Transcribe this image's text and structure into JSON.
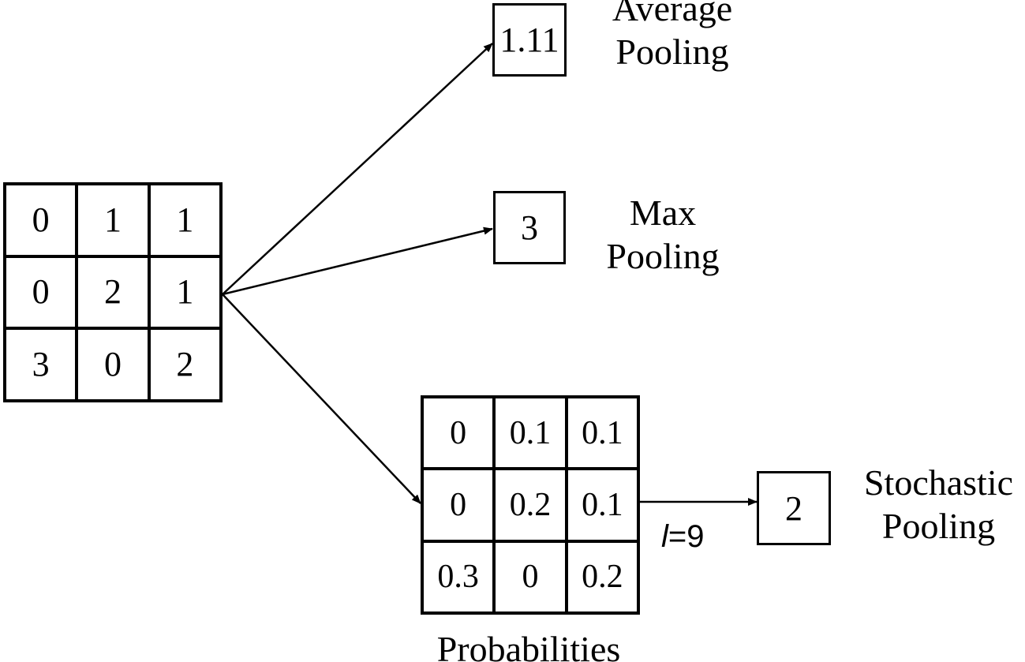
{
  "input_matrix": [
    [
      "0",
      "1",
      "1"
    ],
    [
      "0",
      "2",
      "1"
    ],
    [
      "3",
      "0",
      "2"
    ]
  ],
  "probability_matrix": [
    [
      "0",
      "0.1",
      "0.1"
    ],
    [
      "0",
      "0.2",
      "0.1"
    ],
    [
      "0.3",
      "0",
      "0.2"
    ]
  ],
  "average": {
    "value": "1.11",
    "label_line1": "Average",
    "label_line2": "Pooling"
  },
  "max": {
    "value": "3",
    "label_line1": "Max",
    "label_line2": "Pooling"
  },
  "stochastic": {
    "value": "2",
    "label_line1": "Stochastic",
    "label_line2": "Pooling"
  },
  "probabilities_label": "Probabilities",
  "iteration": {
    "variable": "l",
    "rest": "=9"
  },
  "colors": {
    "line": "#000000",
    "background": "#ffffff"
  }
}
